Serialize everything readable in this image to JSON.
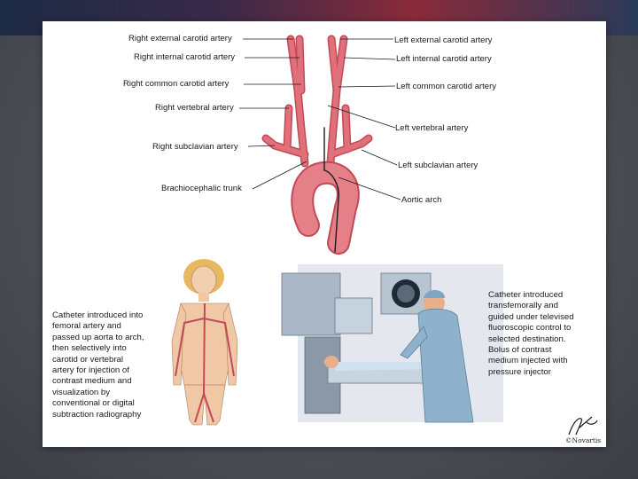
{
  "labels": {
    "right_external_carotid": "Right external carotid artery",
    "right_internal_carotid": "Right internal carotid artery",
    "right_common_carotid": "Right common carotid artery",
    "right_vertebral": "Right vertebral artery",
    "right_subclavian": "Right subclavian artery",
    "brachiocephalic_trunk": "Brachiocephalic trunk",
    "left_external_carotid": "Left external carotid artery",
    "left_internal_carotid": "Left internal carotid artery",
    "left_common_carotid": "Left common carotid artery",
    "left_vertebral": "Left vertebral artery",
    "left_subclavian": "Left subclavian artery",
    "aortic_arch": "Aortic arch"
  },
  "captions": {
    "left": "Catheter introduced into\nfemoral artery and\npassed up aorta to arch,\nthen selectively into\ncarotid or vertebral\nartery for injection of\ncontrast medium and\nvisualization by\nconventional or digital\nsubtraction radiography",
    "right": "Catheter introduced\ntransfemorally and\nguided under televised\nfluoroscopic control to\nselected destination.\nBolus of contrast\nmedium injected with\npressure injector"
  },
  "signature": {
    "copyright": "©Novartis"
  },
  "colors": {
    "artery": "#e0707a",
    "artery_dark": "#c24a58",
    "skin": "#f0c8a6",
    "gown": "#8fb2cc"
  }
}
